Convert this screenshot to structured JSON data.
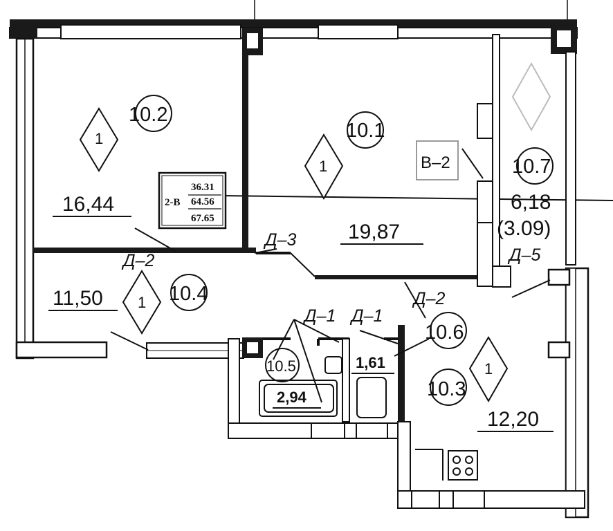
{
  "rooms": [
    {
      "code": "10.2",
      "area": "16,44"
    },
    {
      "code": "10.1",
      "area": "19,87"
    },
    {
      "code": "10.7",
      "area": "6,18",
      "area_reduced": "(3.09)"
    },
    {
      "code": "10.4",
      "area": "11,50"
    },
    {
      "code": "10.5",
      "area": "2,94"
    },
    {
      "code": "10.6",
      "area": "1,61"
    },
    {
      "code": "10.3",
      "area": "12,20"
    }
  ],
  "diamond_marker": "1",
  "doors": [
    "Д–3",
    "Д–2",
    "Д–5",
    "Д–2",
    "Д–1",
    "Д–1"
  ],
  "window_tag": "В–2",
  "apartment_tag": {
    "type": "2-В",
    "values": [
      "36.31",
      "64.56",
      "67.65"
    ]
  }
}
